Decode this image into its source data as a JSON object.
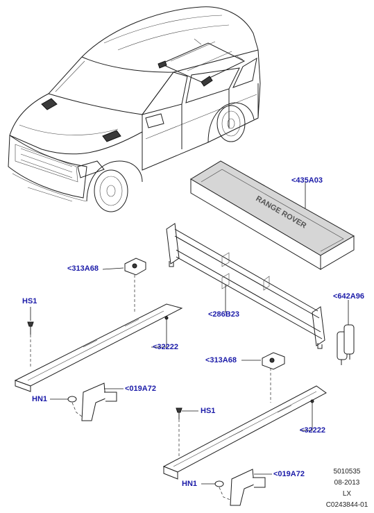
{
  "diagram": {
    "callouts": {
      "c435A03": "<435A03",
      "c313A68_a": "<313A68",
      "hs1_a": "HS1",
      "c286B23": "<286B23",
      "c642A96": "<642A96",
      "c32222_a": "<32222",
      "c313A68_b": "<313A68",
      "c019A72_a": "<019A72",
      "hn1_a": "HN1",
      "hs1_b": "HS1",
      "c32222_b": "<32222",
      "c019A72_b": "<019A72",
      "hn1_b": "HN1"
    },
    "box_logo": "RANGE ROVER",
    "meta": {
      "ref": "5010535",
      "date": "08-2013",
      "code": "LX",
      "image_id": "C0243844-01"
    },
    "colors": {
      "callout": "#1a1aa8",
      "line": "#1c1c1c"
    }
  }
}
